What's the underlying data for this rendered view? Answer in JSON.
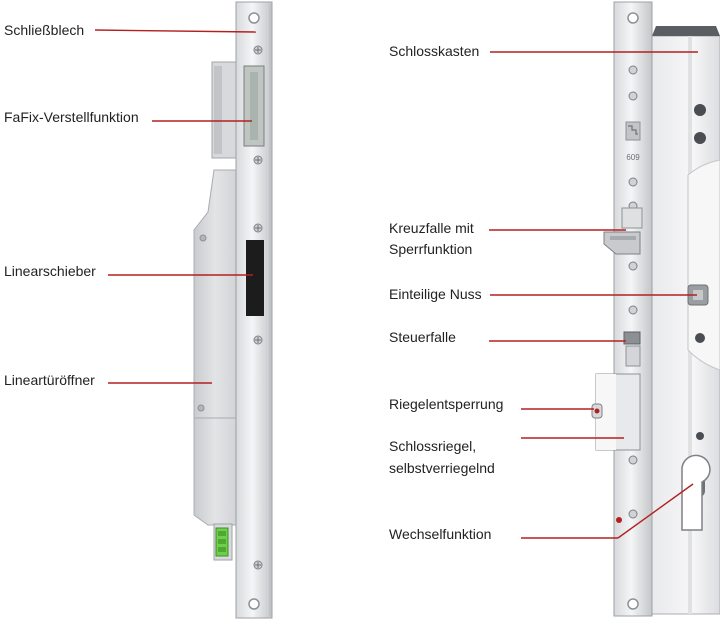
{
  "labels_left": {
    "schliessblech": "Schließblech",
    "fafix": "FaFix-Verstellfunktion",
    "linearschieber": "Linearschieber",
    "linearturoeffner": "Lineartüröffner"
  },
  "labels_right": {
    "schlosskasten": "Schlosskasten",
    "kreuzfalle_line1": "Kreuzfalle mit",
    "kreuzfalle_line2": "Sperrfunktion",
    "nuss": "Einteilige Nuss",
    "steuerfalle": "Steuerfalle",
    "riegelentsperrung": "Riegelentsperrung",
    "schlossriegel_line1": "Schlossriegel,",
    "schlossriegel_line2": "selbstverriegelnd",
    "wechselfunktion": "Wechselfunktion"
  },
  "stamp_text": "609",
  "colors": {
    "leader_line": "#b32020",
    "steel_light": "#e6e7e9",
    "steel_mid": "#c9cbce",
    "steel_dark": "#8e9195",
    "slot_black": "#1c1c1c",
    "connector_green": "#6fcf4a"
  }
}
